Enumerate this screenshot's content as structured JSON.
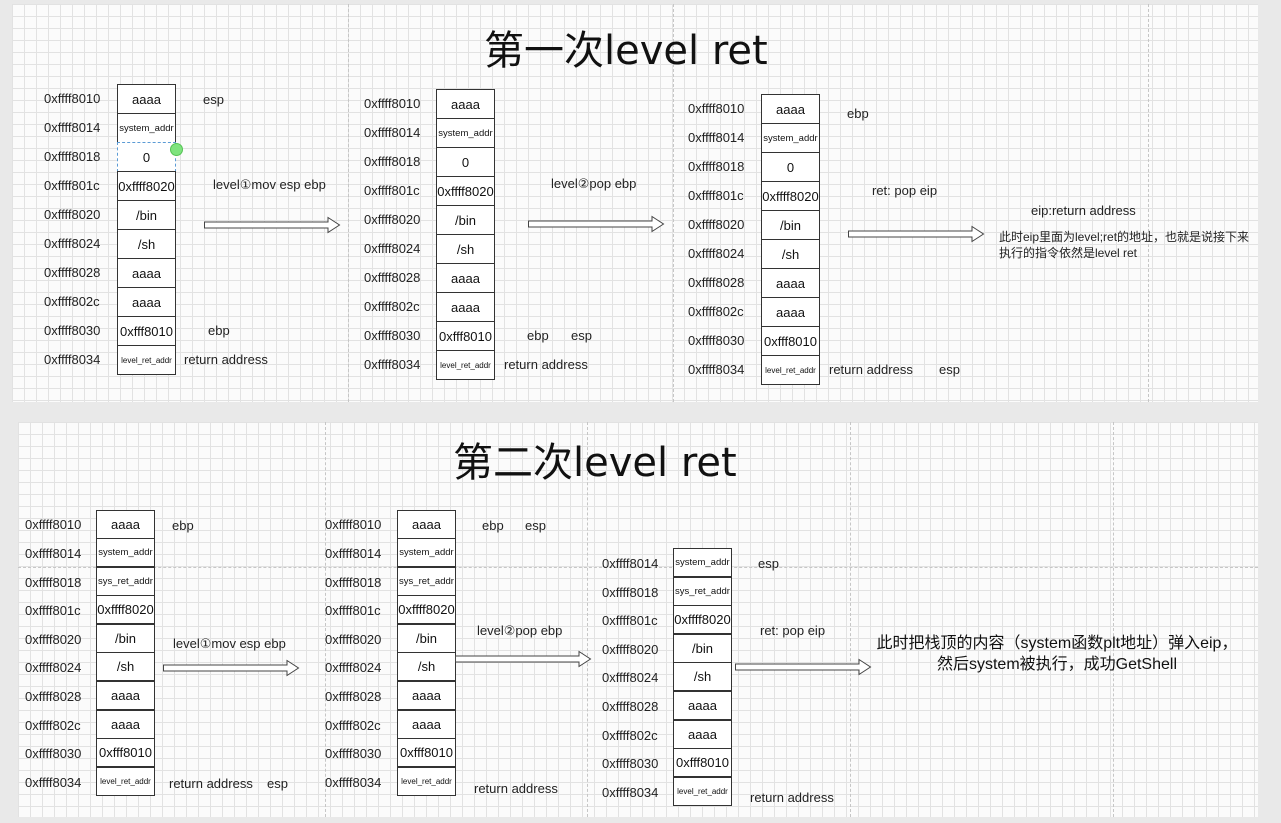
{
  "top": {
    "title": "第一次level ret",
    "stacks": [
      {
        "rows": [
          {
            "addr": "0xffff8010",
            "value": "aaaa"
          },
          {
            "addr": "0xffff8014",
            "value": "system_addr"
          },
          {
            "addr": "0xffff8018",
            "value": "0"
          },
          {
            "addr": "0xffff801c",
            "value": "0xffff8020"
          },
          {
            "addr": "0xffff8020",
            "value": "/bin"
          },
          {
            "addr": "0xffff8024",
            "value": "/sh"
          },
          {
            "addr": "0xffff8028",
            "value": "aaaa"
          },
          {
            "addr": "0xffff802c",
            "value": "aaaa"
          },
          {
            "addr": "0xffff8030",
            "value": "0xfff8010"
          },
          {
            "addr": "0xffff8034",
            "value": "level_ret_addr"
          }
        ],
        "labels": [
          "esp",
          "ebp",
          "return address"
        ]
      },
      {
        "rows": [
          {
            "addr": "0xffff8010",
            "value": "aaaa"
          },
          {
            "addr": "0xffff8014",
            "value": "system_addr"
          },
          {
            "addr": "0xffff8018",
            "value": "0"
          },
          {
            "addr": "0xffff801c",
            "value": "0xffff8020"
          },
          {
            "addr": "0xffff8020",
            "value": "/bin"
          },
          {
            "addr": "0xffff8024",
            "value": "/sh"
          },
          {
            "addr": "0xffff8028",
            "value": "aaaa"
          },
          {
            "addr": "0xffff802c",
            "value": "aaaa"
          },
          {
            "addr": "0xffff8030",
            "value": "0xfff8010"
          },
          {
            "addr": "0xffff8034",
            "value": "level_ret_addr"
          }
        ],
        "labels": [
          "ebp",
          "esp",
          "return address"
        ]
      },
      {
        "rows": [
          {
            "addr": "0xffff8010",
            "value": "aaaa"
          },
          {
            "addr": "0xffff8014",
            "value": "system_addr"
          },
          {
            "addr": "0xffff8018",
            "value": "0"
          },
          {
            "addr": "0xffff801c",
            "value": "0xffff8020"
          },
          {
            "addr": "0xffff8020",
            "value": "/bin"
          },
          {
            "addr": "0xffff8024",
            "value": "/sh"
          },
          {
            "addr": "0xffff8028",
            "value": "aaaa"
          },
          {
            "addr": "0xffff802c",
            "value": "aaaa"
          },
          {
            "addr": "0xffff8030",
            "value": "0xfff8010"
          },
          {
            "addr": "0xffff8034",
            "value": "level_ret_addr"
          }
        ],
        "labels": [
          "ebp",
          "return address",
          "esp"
        ]
      }
    ],
    "steps": [
      "level①mov esp ebp",
      "level②pop ebp",
      "ret: pop eip"
    ],
    "eip_label": "eip:return address",
    "note": "此时eip里面为level;ret的地址，也就是说接下来执行的指令依然是level ret"
  },
  "bottom": {
    "title": "第二次level ret",
    "stacks": [
      {
        "rows": [
          {
            "addr": "0xffff8010",
            "value": "aaaa"
          },
          {
            "addr": "0xffff8014",
            "value": "system_addr"
          },
          {
            "addr": "0xffff8018",
            "value": "sys_ret_addr"
          },
          {
            "addr": "0xffff801c",
            "value": "0xffff8020"
          },
          {
            "addr": "0xffff8020",
            "value": "/bin"
          },
          {
            "addr": "0xffff8024",
            "value": "/sh"
          },
          {
            "addr": "0xffff8028",
            "value": "aaaa"
          },
          {
            "addr": "0xffff802c",
            "value": "aaaa"
          },
          {
            "addr": "0xffff8030",
            "value": "0xfff8010"
          },
          {
            "addr": "0xffff8034",
            "value": "level_ret_addr"
          }
        ],
        "labels": [
          "ebp",
          "return address",
          "esp"
        ]
      },
      {
        "rows": [
          {
            "addr": "0xffff8010",
            "value": "aaaa"
          },
          {
            "addr": "0xffff8014",
            "value": "system_addr"
          },
          {
            "addr": "0xffff8018",
            "value": "sys_ret_addr"
          },
          {
            "addr": "0xffff801c",
            "value": "0xffff8020"
          },
          {
            "addr": "0xffff8020",
            "value": "/bin"
          },
          {
            "addr": "0xffff8024",
            "value": "/sh"
          },
          {
            "addr": "0xffff8028",
            "value": "aaaa"
          },
          {
            "addr": "0xffff802c",
            "value": "aaaa"
          },
          {
            "addr": "0xffff8030",
            "value": "0xfff8010"
          },
          {
            "addr": "0xffff8034",
            "value": "level_ret_addr"
          }
        ],
        "labels": [
          "ebp",
          "esp",
          "return address"
        ]
      },
      {
        "rows": [
          {
            "addr": "0xffff8014",
            "value": "system_addr"
          },
          {
            "addr": "0xffff8018",
            "value": "sys_ret_addr"
          },
          {
            "addr": "0xffff801c",
            "value": "0xffff8020"
          },
          {
            "addr": "0xffff8020",
            "value": "/bin"
          },
          {
            "addr": "0xffff8024",
            "value": "/sh"
          },
          {
            "addr": "0xffff8028",
            "value": "aaaa"
          },
          {
            "addr": "0xffff802c",
            "value": "aaaa"
          },
          {
            "addr": "0xffff8030",
            "value": "0xfff8010"
          },
          {
            "addr": "0xffff8034",
            "value": "level_ret_addr"
          }
        ],
        "labels": [
          "esp",
          "return address"
        ]
      }
    ],
    "steps": [
      "level①mov esp ebp",
      "level②pop ebp",
      "ret: pop eip"
    ],
    "note_line1": "此时把栈顶的内容（system函数plt地址）弹入eip，",
    "note_line2": "然后system被执行，成功GetShell"
  },
  "styles": {
    "cell_border": "#333333",
    "selection": "#5b9bd5",
    "handle": "#7ee37e",
    "grid": "#e2e2e2"
  }
}
